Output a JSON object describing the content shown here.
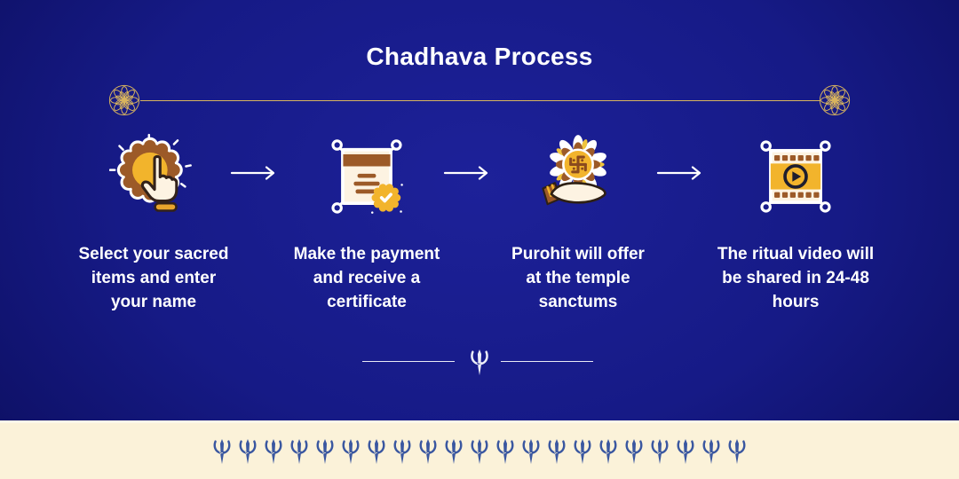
{
  "title": "Chadhava Process",
  "steps": [
    {
      "icon": "tap-select-icon",
      "lines": [
        "Select your sacred",
        "items and enter",
        "your name"
      ]
    },
    {
      "icon": "certificate-icon",
      "lines": [
        "Make the payment",
        "and receive a",
        "certificate"
      ]
    },
    {
      "icon": "offering-hand-icon",
      "lines": [
        "Purohit will offer",
        "at the temple",
        "sanctums"
      ]
    },
    {
      "icon": "ritual-video-icon",
      "lines": [
        "The ritual video will",
        "be shared in 24-48",
        "hours"
      ]
    }
  ],
  "decor": {
    "top_divider": "gold line with rosette medallions",
    "mid_divider": "white lines with trishul symbol",
    "arrow_icon": "right-arrow-icon"
  },
  "footer": {
    "trident_count": 21,
    "symbol": "trishul"
  },
  "colors": {
    "background_center": "#1d2199",
    "background_edge": "#06073f",
    "gold_line": "#d8b45e",
    "cream_band": "#fbf2d9",
    "band_trident_blue": "#3a57a0",
    "icon_brown": "#9c5a28",
    "icon_gold": "#f2b42c",
    "icon_cream": "#fdf3e2",
    "text": "#ffffff"
  }
}
